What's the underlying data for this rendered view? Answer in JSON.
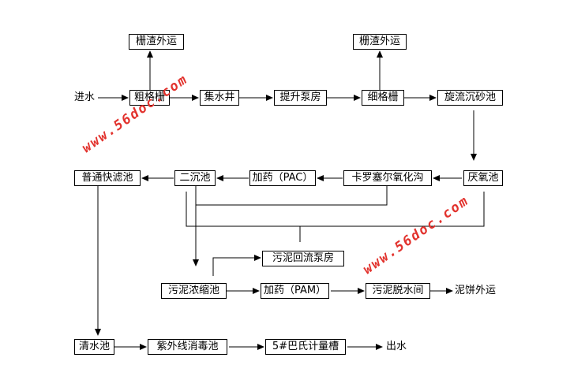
{
  "nodes": {
    "inlet": "进水",
    "screen_residue_out_1": "栅渣外运",
    "coarse_screen": "粗格栅",
    "collection_well": "集水井",
    "lift_pump_house": "提升泵房",
    "screen_residue_out_2": "栅渣外运",
    "fine_screen": "细格栅",
    "vortex_grit_chamber": "旋流沉砂池",
    "anoxic_tank": "厌氧池",
    "carrousel_ditch": "卡罗塞尔氧化沟",
    "dose_pac": "加药（PAC）",
    "secondary_clarifier": "二沉池",
    "rapid_filter": "普通快滤池",
    "return_sludge_pump": "污泥回流泵房",
    "sludge_thickener": "污泥浓缩池",
    "dose_pam": "加药（PAM）",
    "sludge_dewatering": "污泥脱水间",
    "cake_out": "泥饼外运",
    "clear_water_tank": "清水池",
    "uv_disinfection": "紫外线消毒池",
    "parshall_flume": "5#巴氏计量槽",
    "outlet": "出水"
  },
  "watermark": "www.56doc.com",
  "colors": {
    "line": "#000000",
    "watermark": "#e2322d"
  }
}
